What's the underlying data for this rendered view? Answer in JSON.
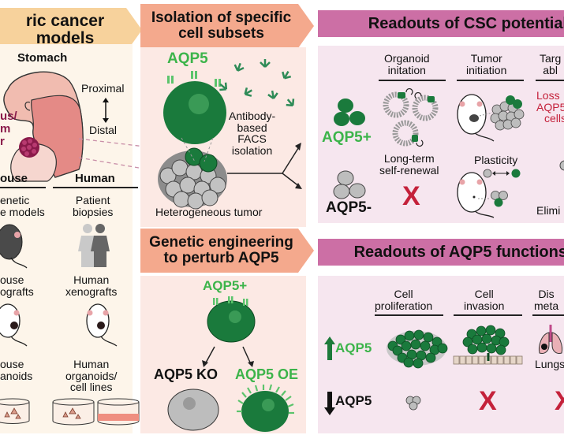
{
  "colors": {
    "models_header": "#f7d29c",
    "models_panel": "#fdf5ea",
    "isolation_header": "#f4a98d",
    "isolation_panel": "#fce9e4",
    "readouts_header": "#cc6fa5",
    "readouts_panel": "#f6e6ef",
    "cell_green": "#1a7a3c",
    "aqp5_green": "#3cb44a",
    "cross_red": "#c4213a",
    "cell_gray": "#b7b7b7"
  },
  "models": {
    "header": "ric cancer models",
    "stomach_label": "Stomach",
    "proximal_label": "Proximal",
    "distal_label": "Distal",
    "tumor_label_lines": [
      "us/",
      "m",
      "r"
    ],
    "mouse_header": "ouse",
    "human_header": "Human",
    "mouse_items": [
      {
        "line1": "enetic",
        "line2": "e models"
      },
      {
        "line1": "ouse",
        "line2": "ografts"
      },
      {
        "line1": "ouse",
        "line2": "anoids"
      }
    ],
    "human_items": [
      {
        "line1": "Patient",
        "line2": "biopsies"
      },
      {
        "line1": "Human",
        "line2": "xenografts"
      },
      {
        "line1": "Human",
        "line2": "organoids/",
        "line3": "cell lines"
      }
    ]
  },
  "isolation": {
    "header_line1": "Isolation of specific",
    "header_line2": "cell subsets",
    "aqp5_label": "AQP5",
    "antibody_label_lines": [
      "Antibody-",
      "based",
      "FACS",
      "isolation"
    ],
    "tumor_label": "Heterogeneous tumor"
  },
  "engineering": {
    "header_line1": "Genetic engineering",
    "header_line2": "to perturb AQP5",
    "aqp5_plus": "AQP5+",
    "ko_label": "AQP5 KO",
    "oe_label": "AQP5 OE"
  },
  "csc": {
    "header": "Readouts of CSC potential",
    "columns": [
      {
        "line1": "Organoid",
        "line2": "initation"
      },
      {
        "line1": "Tumor",
        "line2": "initiation"
      },
      {
        "line1": "Targ",
        "line2": "abl"
      }
    ],
    "row_plus": "AQP5+",
    "row_minus": "AQP5-",
    "self_renewal_line1": "Long-term",
    "self_renewal_line2": "self-renewal",
    "plasticity": "Plasticity",
    "loss_lines": [
      "Loss",
      "AQP5",
      "cells"
    ],
    "elim": "Elimi",
    "cross": "X"
  },
  "functions": {
    "header": "Readouts of AQP5 functions",
    "columns": [
      {
        "line1": "Cell",
        "line2": "proliferation"
      },
      {
        "line1": "Cell",
        "line2": "invasion"
      },
      {
        "line1": "Dis",
        "line2": "meta"
      }
    ],
    "row_up": "AQP5",
    "row_down": "AQP5",
    "lungs_label": "Lungs",
    "cross": "X"
  }
}
